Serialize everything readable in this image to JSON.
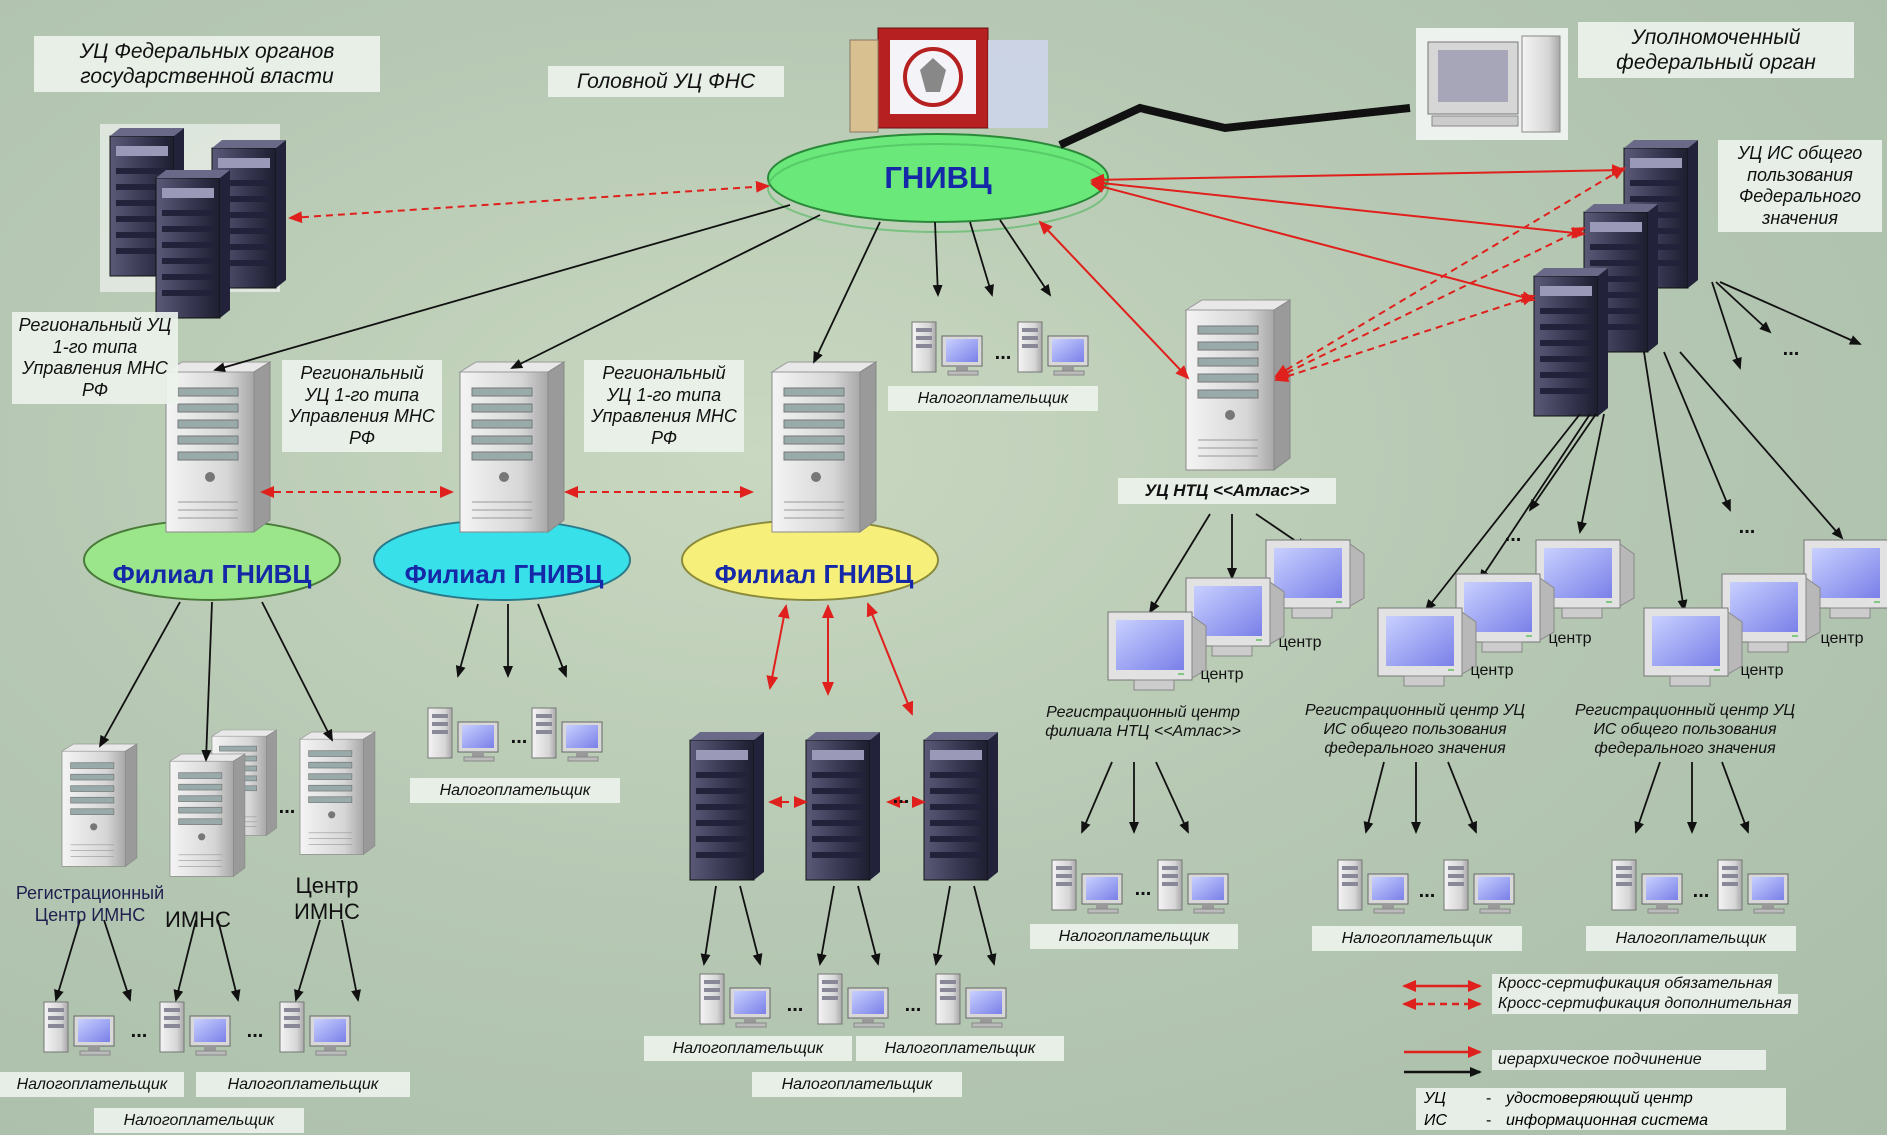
{
  "head": {
    "federal_uc": "УЦ Федеральных органов государственной власти",
    "head_uc": "Головной УЦ ФНС",
    "gnivc": "ГНИВЦ",
    "authorized_body": "Уполномоченный федеральный орган",
    "is_uc": "УЦ ИС общего пользования Федерального значения"
  },
  "regional": {
    "label": "Региональный УЦ 1-го типа Управления МНС РФ",
    "branch": "Филиал ГНИВЦ"
  },
  "imns": {
    "reg_center": "Регистрационный Центр ИМНС",
    "imns": "ИМНС",
    "center": "Центр ИМНС"
  },
  "atlas": {
    "uc": "УЦ НТЦ <<Атлас>>",
    "reg_center": "Регистрационный центр филиала НТЦ <<Атлас>>"
  },
  "common": {
    "taxpayer": "Налогоплательщик",
    "center": "центр",
    "ellipsis": "...",
    "reg_center_is": "Регистрационный центр УЦ ИС общего пользования федерального значения"
  },
  "legend": {
    "cross_mandatory": "Кросс-сертификация обязательная",
    "cross_optional": "Кросс-сертификация дополнительная",
    "hierarchy": "иерархическое подчинение",
    "uc_abbr": "УЦ",
    "uc_def": "удостоверяющий центр",
    "is_abbr": "ИС",
    "is_def": "информационная система",
    "dash": "-"
  },
  "colors": {
    "red": "#e0201c",
    "black": "#111111",
    "gnivc_green": "#6be87a",
    "branch_green": "#9be68a",
    "branch_cyan": "#38e0ea",
    "branch_yellow": "#f6f07a",
    "gnivc_text": "#1428a8"
  }
}
